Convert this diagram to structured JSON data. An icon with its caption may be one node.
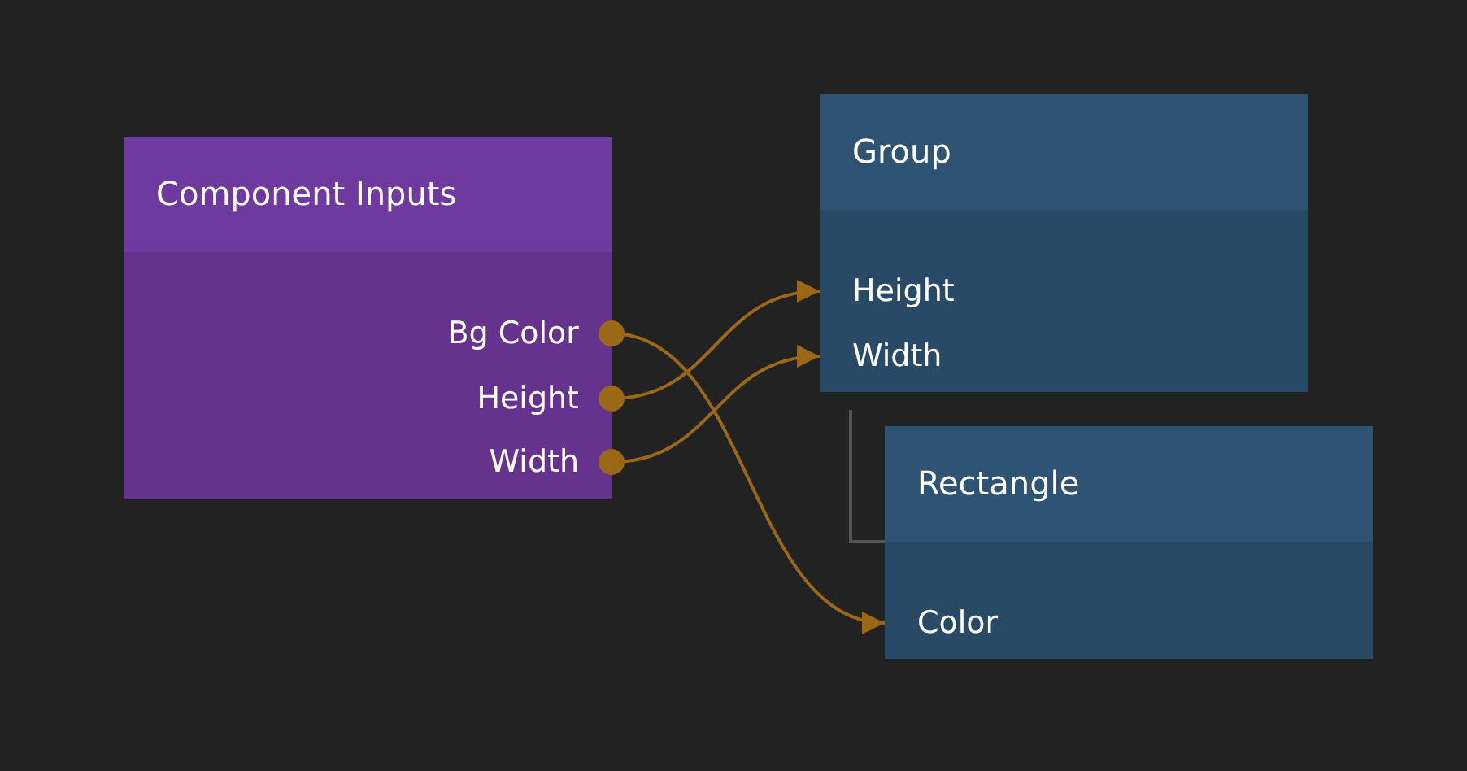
{
  "diagram": {
    "nodes": [
      {
        "text": [
          "Component Inputs"
        ]
      },
      {
        "text": [
          "Bg Color"
        ],
        "in": 0
      },
      {
        "text": [
          "Height"
        ],
        "in": 0
      },
      {
        "text": [
          "Width"
        ],
        "in": 0
      },
      {
        "text": [
          "Group"
        ]
      },
      {
        "text": [
          "Height"
        ],
        "in": 4
      },
      {
        "text": [
          "Width"
        ],
        "in": 4
      },
      {
        "text": [
          "Rectangle"
        ]
      },
      {
        "text": [
          "Color"
        ],
        "in": 7
      }
    ],
    "edges": [
      {
        "from": 1,
        "to": 8,
        "arrow": "to"
      },
      {
        "from": 2,
        "to": 5,
        "arrow": "to"
      },
      {
        "from": 3,
        "to": 6,
        "arrow": "to"
      },
      {
        "from": 4,
        "to": 7,
        "arrow": "none",
        "color": "#555555"
      }
    ]
  }
}
